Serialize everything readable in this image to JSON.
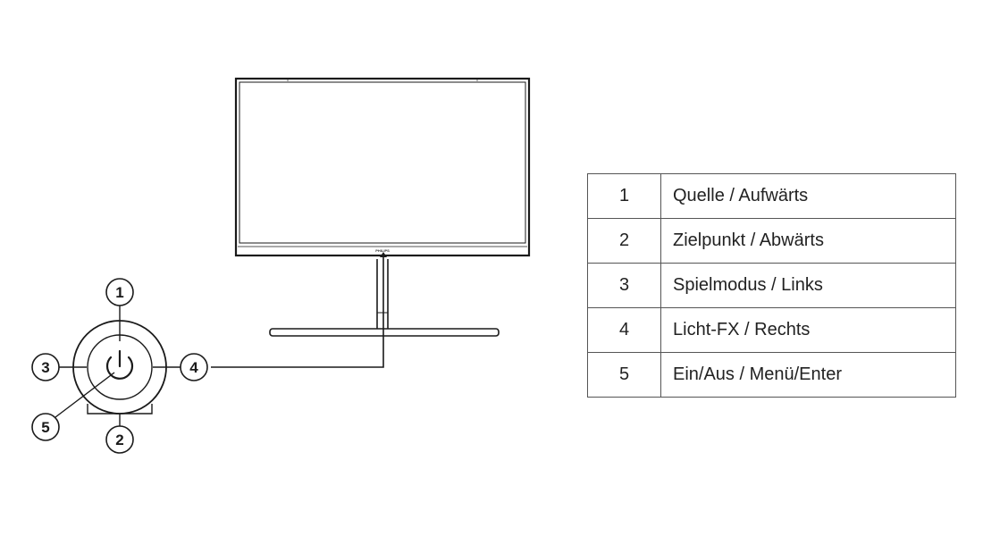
{
  "monitor": {
    "brand": "PHILIPS"
  },
  "control_buttons": [
    {
      "number": "1"
    },
    {
      "number": "2"
    },
    {
      "number": "3"
    },
    {
      "number": "4"
    },
    {
      "number": "5"
    }
  ],
  "legend": {
    "rows": [
      {
        "number": "1",
        "function": "Quelle / Aufwärts"
      },
      {
        "number": "2",
        "function": "Zielpunkt / Abwärts"
      },
      {
        "number": "3",
        "function": "Spielmodus / Links"
      },
      {
        "number": "4",
        "function": "Licht-FX / Rechts"
      },
      {
        "number": "5",
        "function": "Ein/Aus / Menü/Enter"
      }
    ]
  },
  "icons": {
    "power": "power-icon"
  },
  "colors": {
    "line": "#1a1a1a",
    "table_border": "#555555"
  }
}
